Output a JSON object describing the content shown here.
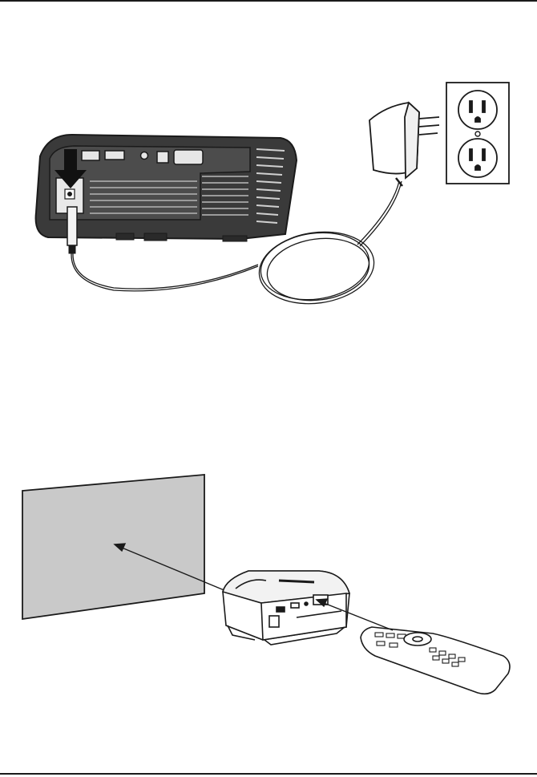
{
  "page": {
    "figures": [
      {
        "icon": "power-connection-illustration",
        "subject": "projector-power-adapter-outlet"
      },
      {
        "icon": "remote-to-projector-illustration",
        "subject": "remote-control-projector-screen"
      }
    ]
  }
}
